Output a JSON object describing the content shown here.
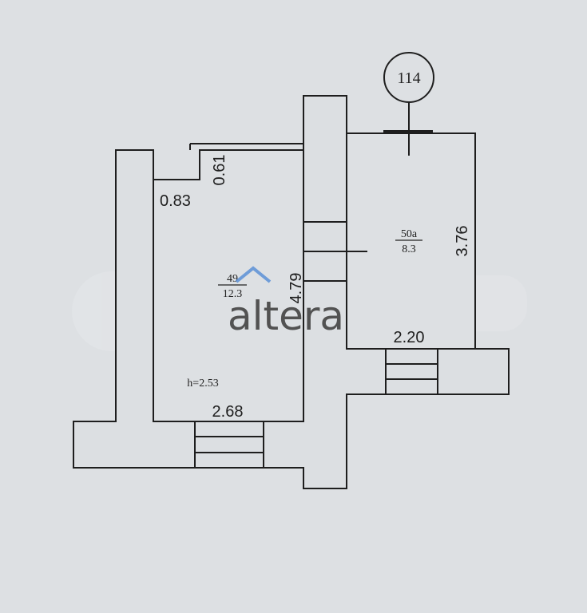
{
  "plan_number": "114",
  "room_left": {
    "number": "49",
    "area": "12.3",
    "height_label": "h=2.53",
    "width": "2.68",
    "length": "4.79",
    "notch_width": "0.83",
    "notch_depth": "0.61"
  },
  "room_right": {
    "number": "50а",
    "area": "8.3",
    "width": "2.20",
    "length": "3.76"
  },
  "watermark": "altera",
  "colors": {
    "background": "#dde0e3",
    "wall_fill": "#dcdfe2",
    "line": "#1e1e1e",
    "watermark": "#3f3f3f",
    "watermark_accent": "#5a8fd6"
  }
}
